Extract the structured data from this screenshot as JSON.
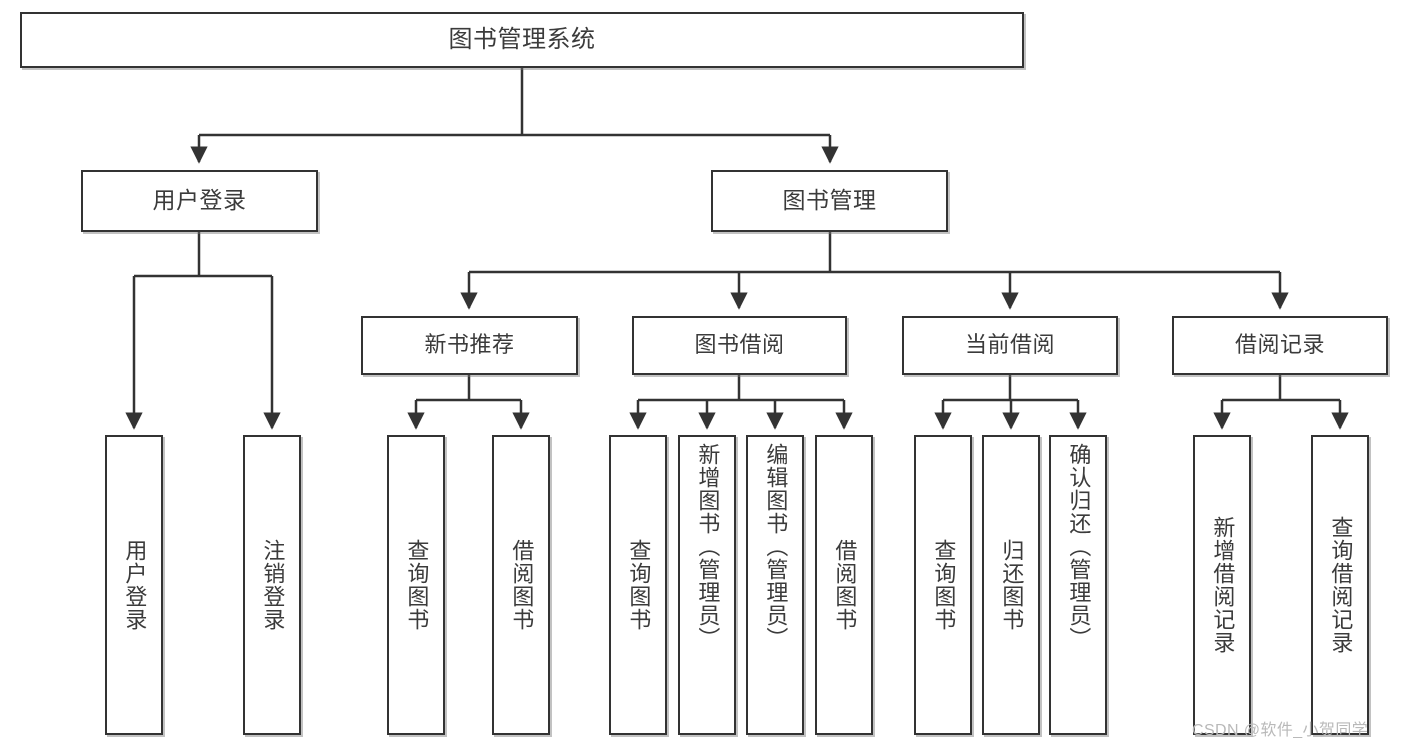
{
  "diagram": {
    "title": "图书管理系统",
    "root": {
      "label": "图书管理系统"
    },
    "level2": [
      {
        "label": "用户登录"
      },
      {
        "label": "图书管理"
      }
    ],
    "level3": [
      {
        "label": "新书推荐"
      },
      {
        "label": "图书借阅"
      },
      {
        "label": "当前借阅"
      },
      {
        "label": "借阅记录"
      }
    ],
    "leaves": {
      "user_login": [
        {
          "label": "用户登录"
        },
        {
          "label": "注销登录"
        }
      ],
      "new_book_recommend": [
        {
          "label": "查询图书"
        },
        {
          "label": "借阅图书"
        }
      ],
      "book_borrow": [
        {
          "label": "查询图书"
        },
        {
          "label": "新增图书（管理员）"
        },
        {
          "label": "编辑图书（管理员）"
        },
        {
          "label": "借阅图书"
        }
      ],
      "current_borrow": [
        {
          "label": "查询图书"
        },
        {
          "label": "归还图书"
        },
        {
          "label": "确认归还（管理员）"
        }
      ],
      "borrow_record": [
        {
          "label": "新增借阅记录"
        },
        {
          "label": "查询借阅记录"
        }
      ]
    }
  },
  "watermark": {
    "text": "CSDN @软件_小贺同学"
  },
  "colors": {
    "border": "#333333",
    "text": "#3b3b3b",
    "background": "#ffffff",
    "watermark": "#b9b9b9"
  }
}
